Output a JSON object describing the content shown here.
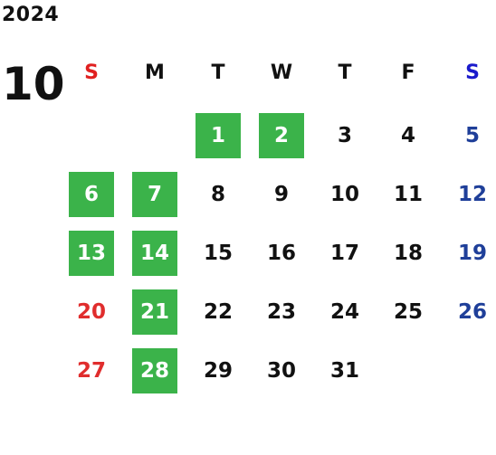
{
  "calendar": {
    "year": "2024",
    "month": "10",
    "weekdays": [
      "S",
      "M",
      "T",
      "W",
      "T",
      "F",
      "S"
    ],
    "first_weekday_index": 2,
    "days": [
      {
        "label": "1",
        "highlight": true
      },
      {
        "label": "2",
        "highlight": true
      },
      {
        "label": "3",
        "highlight": false
      },
      {
        "label": "4",
        "highlight": false
      },
      {
        "label": "5",
        "highlight": false
      },
      {
        "label": "6",
        "highlight": true
      },
      {
        "label": "7",
        "highlight": true
      },
      {
        "label": "8",
        "highlight": false
      },
      {
        "label": "9",
        "highlight": false
      },
      {
        "label": "10",
        "highlight": false
      },
      {
        "label": "11",
        "highlight": false
      },
      {
        "label": "12",
        "highlight": false
      },
      {
        "label": "13",
        "highlight": true
      },
      {
        "label": "14",
        "highlight": true
      },
      {
        "label": "15",
        "highlight": false
      },
      {
        "label": "16",
        "highlight": false
      },
      {
        "label": "17",
        "highlight": false
      },
      {
        "label": "18",
        "highlight": false
      },
      {
        "label": "19",
        "highlight": false
      },
      {
        "label": "20",
        "highlight": false
      },
      {
        "label": "21",
        "highlight": true
      },
      {
        "label": "22",
        "highlight": false
      },
      {
        "label": "23",
        "highlight": false
      },
      {
        "label": "24",
        "highlight": false
      },
      {
        "label": "25",
        "highlight": false
      },
      {
        "label": "26",
        "highlight": false
      },
      {
        "label": "27",
        "highlight": false
      },
      {
        "label": "28",
        "highlight": true
      },
      {
        "label": "29",
        "highlight": false
      },
      {
        "label": "30",
        "highlight": false
      },
      {
        "label": "31",
        "highlight": false
      }
    ]
  },
  "colors": {
    "text": "#111111",
    "sunday_header": "#e02020",
    "saturday_header": "#1a1acc",
    "sunday_date": "#e02d2d",
    "saturday_date": "#1f3f99",
    "highlight_bg": "#3bb34a",
    "highlight_text": "#ffffff"
  }
}
